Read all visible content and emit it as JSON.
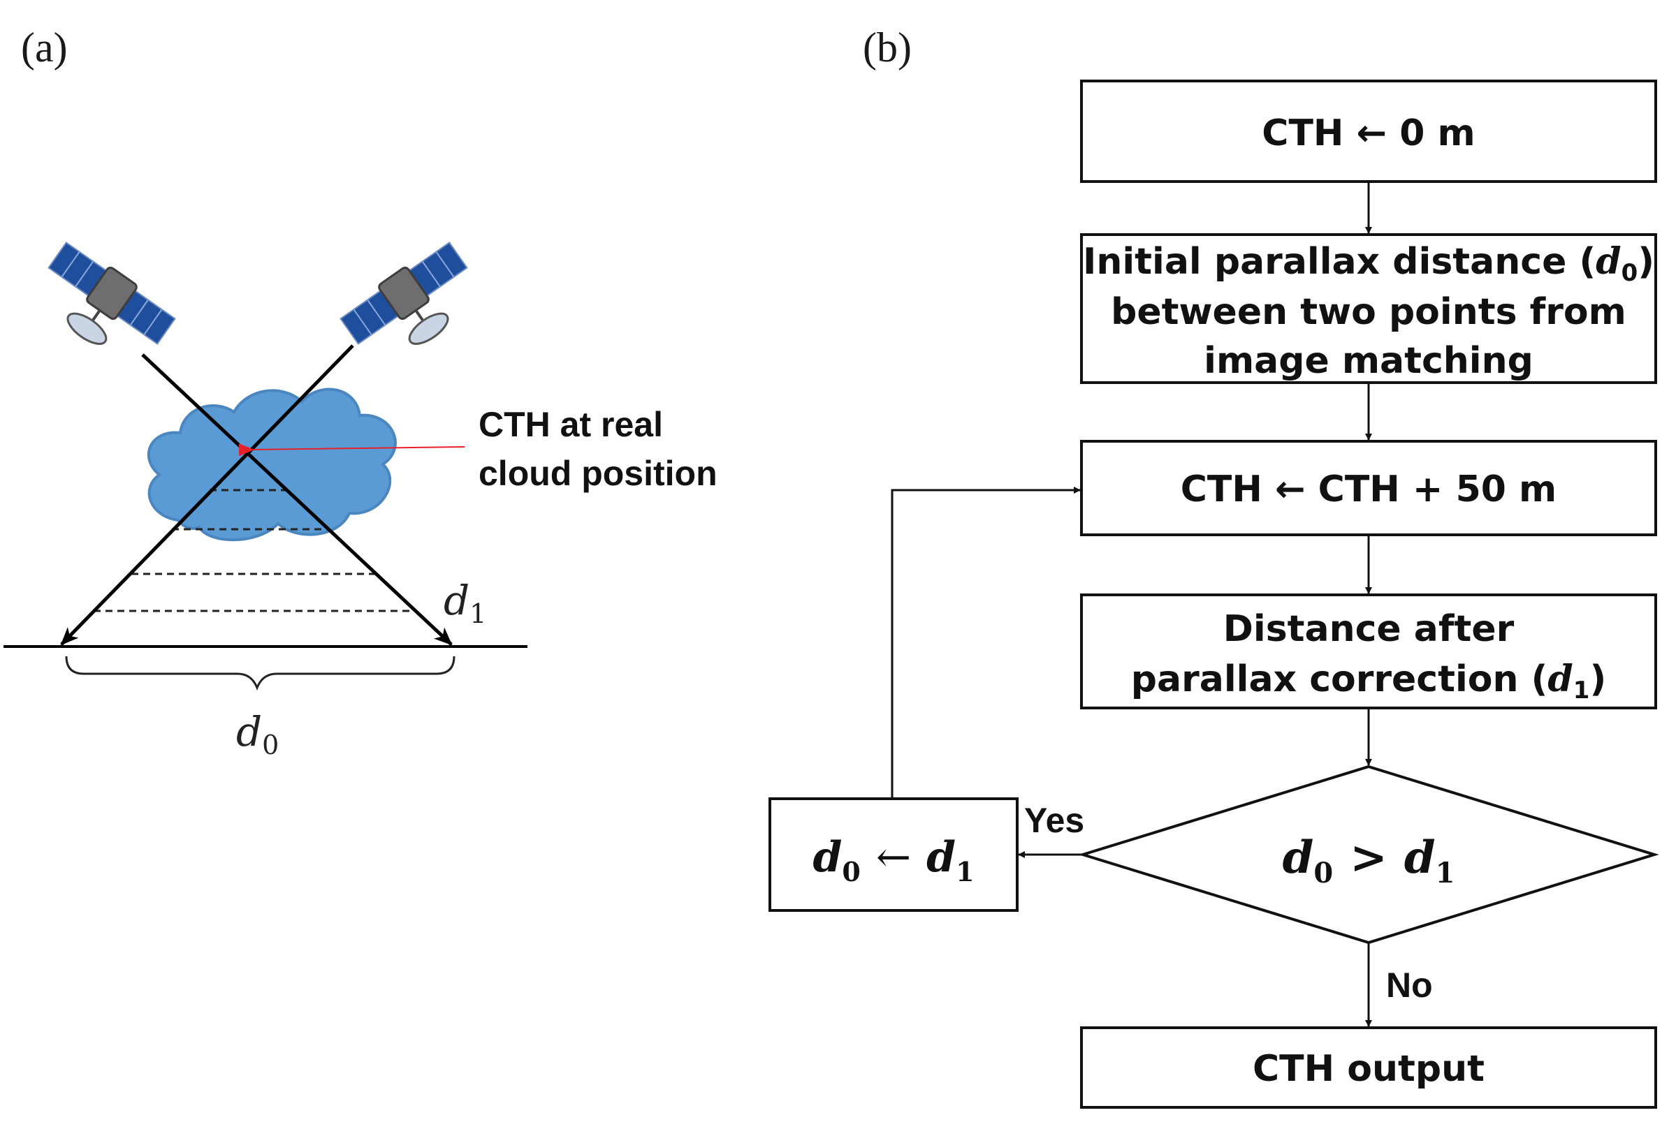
{
  "panel_a": {
    "label": "(a)",
    "annotation_line1": "CTH at real",
    "annotation_line2": "cloud position",
    "d0_label": {
      "var": "d",
      "sub": "0"
    },
    "d1_label": {
      "var": "d",
      "sub": "1"
    },
    "icons": [
      "satellite-icon",
      "satellite-icon",
      "cloud-icon"
    ],
    "colors": {
      "cloud": "#5b9bd5",
      "cloud_outline": "#4a86c0",
      "pointer": "#e8202a",
      "ray": "#000000"
    }
  },
  "panel_b": {
    "label": "(b)",
    "nodes": {
      "init": "CTH ← 0 m",
      "parallax_line1_pre": "Initial parallax distance (",
      "parallax_line1_var": "d",
      "parallax_line1_sub": "0",
      "parallax_line1_post": ")",
      "parallax_line2": "between two points from",
      "parallax_line3": "image matching",
      "increment": "CTH ← CTH + 50 m",
      "distance_line1": "Distance after",
      "distance_line2_pre": "parallax correction (",
      "distance_line2_var": "d",
      "distance_line2_sub": "1",
      "distance_line2_post": ")",
      "decision": {
        "lhs_var": "d",
        "lhs_sub": "0",
        "op": ">",
        "rhs_var": "d",
        "rhs_sub": "1"
      },
      "update": {
        "lhs_var": "d",
        "lhs_sub": "0",
        "op": "←",
        "rhs_var": "d",
        "rhs_sub": "1"
      },
      "output": "CTH output"
    },
    "edge_labels": {
      "yes": "Yes",
      "no": "No"
    }
  }
}
